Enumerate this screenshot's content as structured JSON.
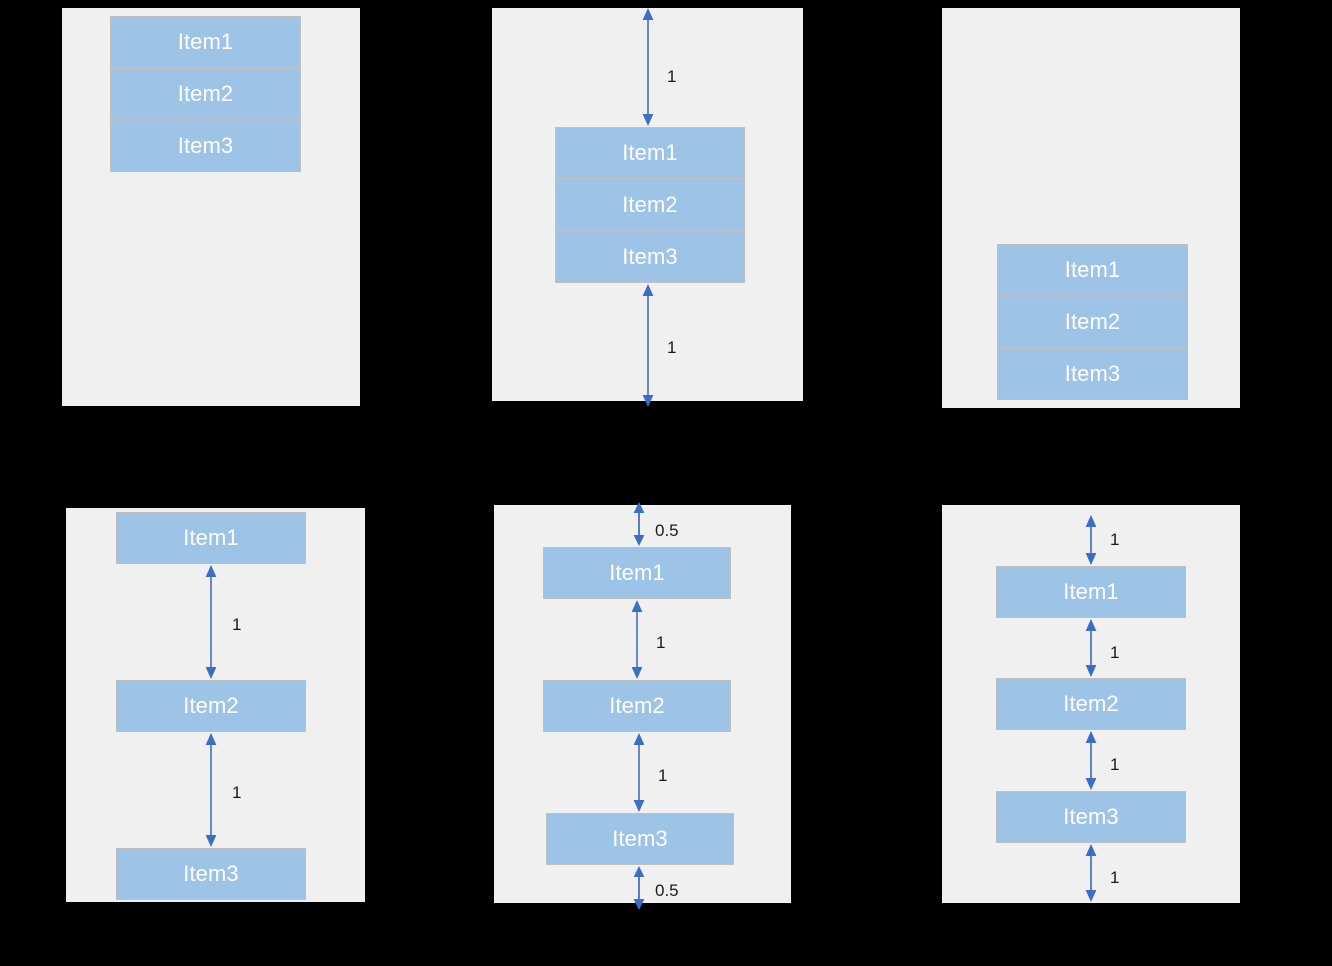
{
  "figure": {
    "title": "flex container justify-content illustration",
    "colors": {
      "canvas": "#000000",
      "panel_background": "#F0F0F0",
      "item_fill": "#9DC3E6",
      "item_border": "#BFBFBF",
      "item_text": "#FFFFFF",
      "arrow": "#4472C4",
      "label_text": "#1A1A1A"
    }
  },
  "panels": [
    {
      "id": "flex-start",
      "items": [
        {
          "label": "Item1"
        },
        {
          "label": "Item2"
        },
        {
          "label": "Item3"
        }
      ],
      "gap_labels": []
    },
    {
      "id": "center",
      "items": [
        {
          "label": "Item1"
        },
        {
          "label": "Item2"
        },
        {
          "label": "Item3"
        }
      ],
      "gap_labels": [
        {
          "value": "1",
          "position": "above-stack"
        },
        {
          "value": "1",
          "position": "below-stack"
        }
      ]
    },
    {
      "id": "flex-end",
      "items": [
        {
          "label": "Item1"
        },
        {
          "label": "Item2"
        },
        {
          "label": "Item3"
        }
      ],
      "gap_labels": []
    },
    {
      "id": "space-between",
      "items": [
        {
          "label": "Item1"
        },
        {
          "label": "Item2"
        },
        {
          "label": "Item3"
        }
      ],
      "gap_labels": [
        {
          "value": "1",
          "position": "between-1-2"
        },
        {
          "value": "1",
          "position": "between-2-3"
        }
      ]
    },
    {
      "id": "space-around",
      "items": [
        {
          "label": "Item1"
        },
        {
          "label": "Item2"
        },
        {
          "label": "Item3"
        }
      ],
      "gap_labels": [
        {
          "value": "0.5",
          "position": "top-edge"
        },
        {
          "value": "1",
          "position": "between-1-2"
        },
        {
          "value": "1",
          "position": "between-2-3"
        },
        {
          "value": "0.5",
          "position": "bottom-edge"
        }
      ]
    },
    {
      "id": "space-evenly",
      "items": [
        {
          "label": "Item1"
        },
        {
          "label": "Item2"
        },
        {
          "label": "Item3"
        }
      ],
      "gap_labels": [
        {
          "value": "1",
          "position": "top-edge"
        },
        {
          "value": "1",
          "position": "between-1-2"
        },
        {
          "value": "1",
          "position": "between-2-3"
        },
        {
          "value": "1",
          "position": "bottom-edge"
        }
      ]
    }
  ]
}
